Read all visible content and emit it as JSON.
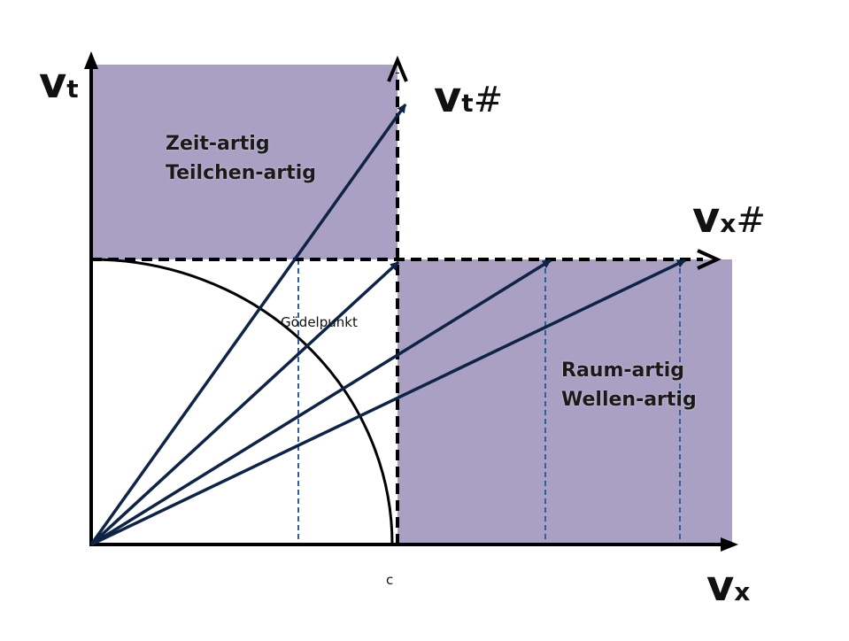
{
  "axes": {
    "vt": {
      "main": "v",
      "sub": "t",
      "sup": ""
    },
    "vt_hash": {
      "main": "v",
      "sub": "t",
      "sup": "#"
    },
    "vx": {
      "main": "v",
      "sub": "x",
      "sup": ""
    },
    "vx_hash": {
      "main": "v",
      "sub": "x",
      "sup": "#"
    }
  },
  "regions": {
    "timelike": {
      "line1": "Zeit-artig",
      "line2": "Teilchen-artig"
    },
    "spacelike": {
      "line1": "Raum-artig",
      "line2": "Wellen-artig"
    }
  },
  "labels": {
    "goedel_point": "Gödelpunkt",
    "c": "c"
  },
  "colors": {
    "region_fill": "#a9a0c3",
    "arrow": "#0f2346",
    "dashed_guides": "#2e5f9e",
    "axes": "#000000",
    "background": "#ffffff"
  }
}
